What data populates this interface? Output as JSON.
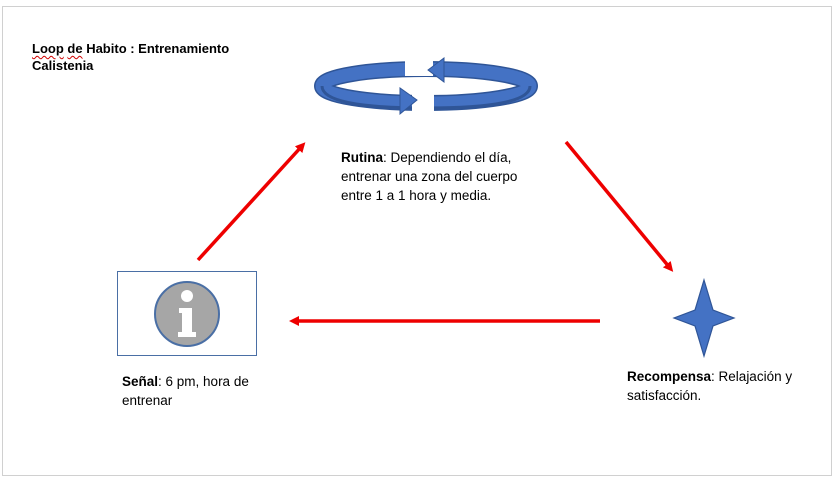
{
  "title": {
    "loop": "Loop",
    "de": "de",
    "habito": "Habito : Entrenamiento",
    "line2": "Calistenia"
  },
  "rutina": {
    "label": "Rutina",
    "text": ": Dependiendo el día, entrenar una zona del cuerpo entre 1 a 1 hora y media."
  },
  "senal": {
    "label": "Señal",
    "text": ": 6 pm, hora de entrenar"
  },
  "recompensa": {
    "label": "Recompensa",
    "text": ": Relajación y satisfacción."
  },
  "colors": {
    "arrow": "#ee0000",
    "cycle_blue": "#4472c4",
    "cycle_dark": "#2f5597",
    "star_blue": "#4472c4",
    "info_gray": "#a6a6a6",
    "box_border": "#4a6fa5"
  },
  "icons": {
    "routine": "circular-arrows-icon",
    "cue": "info-icon",
    "reward": "four-point-star-icon"
  },
  "info_glyph": "i"
}
